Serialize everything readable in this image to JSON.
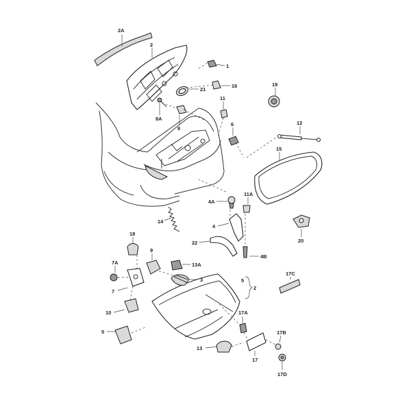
{
  "labels": {
    "p2A": "2A",
    "p2": "2",
    "p1": "1",
    "p21": "21",
    "p16": "16",
    "p8A": "8A",
    "p8": "8",
    "p11": "11",
    "p6": "6",
    "p19": "19",
    "p12": "12",
    "p15": "15",
    "p4A": "4A",
    "p11A": "11A",
    "p4": "4",
    "p14": "14",
    "p20": "20",
    "p22": "22",
    "p4B": "4B",
    "p18": "18",
    "p9": "9",
    "p13A": "13A",
    "p7A": "7A",
    "p3": "3",
    "p5": "5",
    "p2b": "2",
    "p17C": "17C",
    "p7": "7",
    "p10": "10",
    "p17A": "17A",
    "p17B": "17B",
    "p5b": "5",
    "p13": "13",
    "p17": "17",
    "p17D": "17D"
  }
}
